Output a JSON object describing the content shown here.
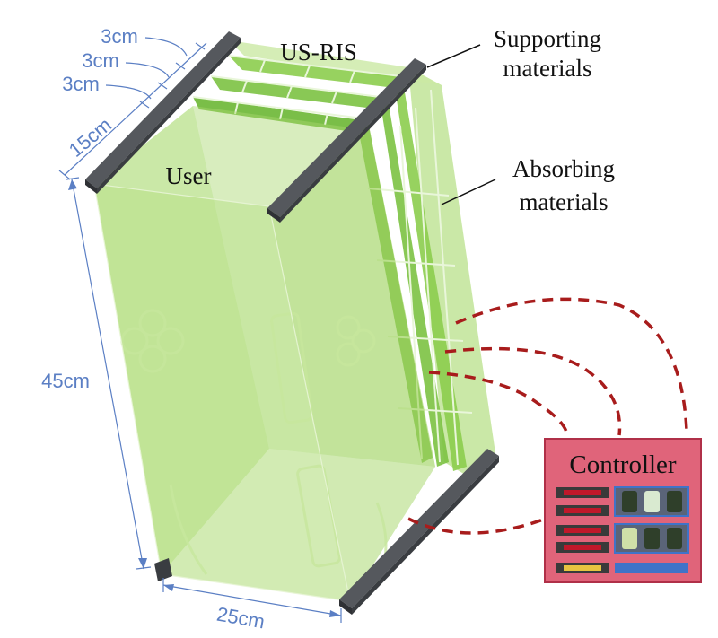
{
  "labels": {
    "us_ris": "US-RIS",
    "user": "User",
    "supporting_materials_line1": "Supporting",
    "supporting_materials_line2": "materials",
    "absorbing_materials_line1": "Absorbing",
    "absorbing_materials_line2": "materials",
    "controller": "Controller"
  },
  "dimensions": {
    "spacing_1": "3cm",
    "spacing_2": "3cm",
    "spacing_3": "3cm",
    "depth": "15cm",
    "height": "45cm",
    "width": "25cm"
  },
  "colors": {
    "dimension_blue": "#5b7fc4",
    "panel_green": "#7cc242",
    "panel_green_light": "#b8e08a",
    "box_green": "#a9d86e",
    "rod_dark": "#4a4d52",
    "controller_fill": "#e0647a",
    "controller_border": "#b03048",
    "wire_red": "#a81c1c",
    "accent_blue": "#3f73c8",
    "accent_yellow": "#e8c440"
  },
  "icons": {
    "controller_switches": "switch-icon",
    "controller_leds": "led-icon"
  }
}
